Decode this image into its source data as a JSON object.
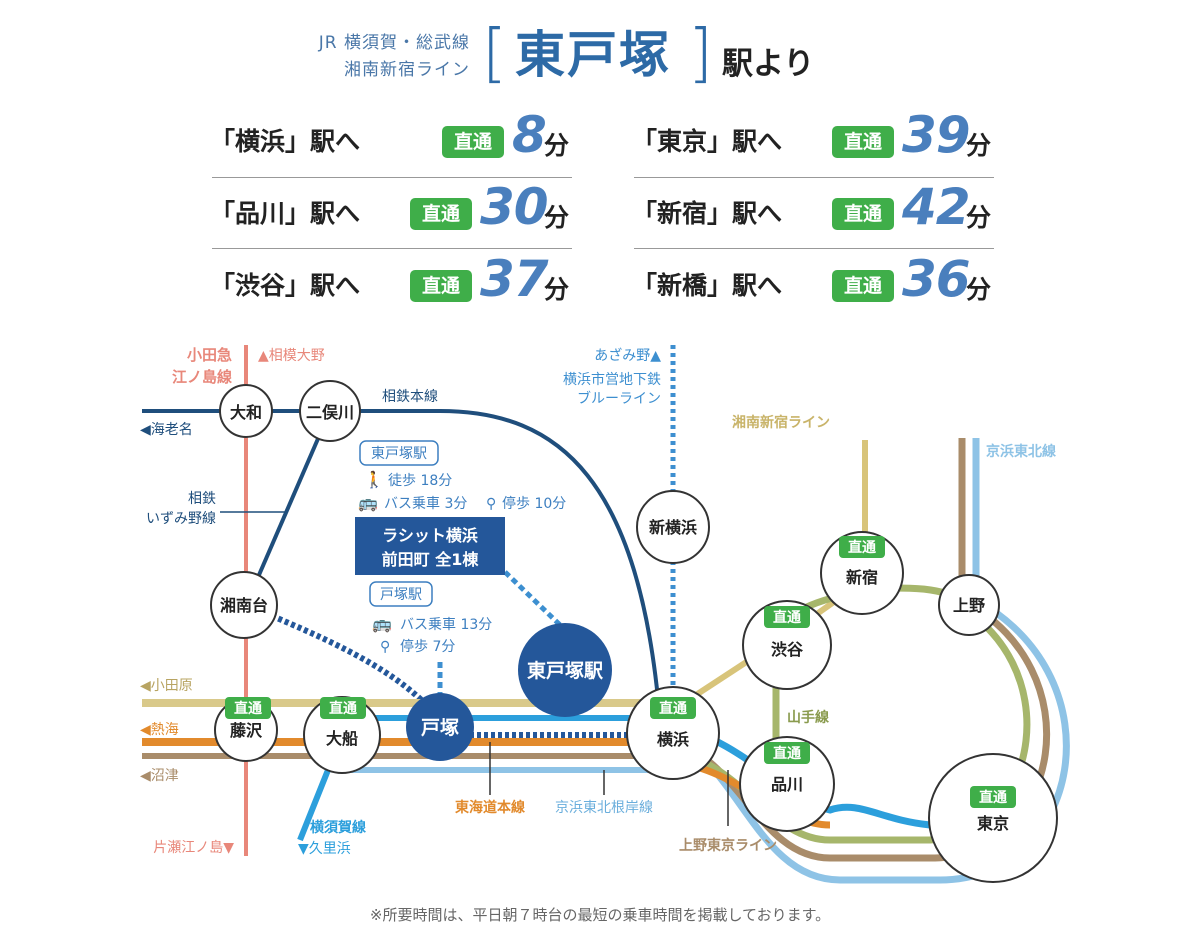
{
  "header": {
    "line1": "JR 横須賀・総武線",
    "line2": "湘南新宿ライン",
    "bracket_open": "[",
    "bracket_close": "]",
    "station": "東戸塚",
    "suffix": "駅より"
  },
  "travel_times": [
    {
      "dest": "「横浜」駅へ",
      "badge": "直通",
      "minutes": "8",
      "unit": "分"
    },
    {
      "dest": "「品川」駅へ",
      "badge": "直通",
      "minutes": "30",
      "unit": "分"
    },
    {
      "dest": "「渋谷」駅へ",
      "badge": "直通",
      "minutes": "37",
      "unit": "分"
    },
    {
      "dest": "「東京」駅へ",
      "badge": "直通",
      "minutes": "39",
      "unit": "分"
    },
    {
      "dest": "「新宿」駅へ",
      "badge": "直通",
      "minutes": "42",
      "unit": "分"
    },
    {
      "dest": "「新橋」駅へ",
      "badge": "直通",
      "minutes": "36",
      "unit": "分"
    }
  ],
  "map": {
    "colors": {
      "odakyu": "#e8877a",
      "sotetsu": "#1f4e7c",
      "blue_line": "#3d8fd0",
      "tokaido_yellow": "#d9c98a",
      "tokaido_orange": "#e28a2c",
      "tokaido_brown": "#a98c6a",
      "keihin": "#8ec3e6",
      "yokosuka": "#2c9fdc",
      "yamanote": "#a6b66b",
      "shonan_shinjuku": "#d8c47a",
      "station_fill": "#ffffff",
      "big_station": "#24579a",
      "express_badge": "#3fae49",
      "info_text": "#3d7fc0"
    },
    "labels": {
      "odakyu": "小田急\n江ノ島線",
      "sagami_ono": "▲相模大野",
      "ebina": "◀海老名",
      "sotetsu_main": "相鉄本線",
      "sotetsu_izumino": "相鉄\nいずみ野線",
      "azamino": "あざみ野▲",
      "blue_line": "横浜市営地下鉄\nブルーライン",
      "shonan_shinjuku_line": "湘南新宿ライン",
      "keihin_tohoku": "京浜東北線",
      "yamanote": "山手線",
      "odawara": "◀小田原",
      "atami": "◀熱海",
      "numazu": "◀沼津",
      "katase": "片瀬江ノ島▼",
      "yokosuka_line": "横須賀線",
      "kurihama": "▼久里浜",
      "tokaido": "東海道本線",
      "keihin_negishi": "京浜東北根岸線",
      "ueno_tokyo": "上野東京ライン"
    },
    "stations": {
      "yamato": "大和",
      "futamatagawa": "二俣川",
      "shonandai": "湘南台",
      "fujisawa": "藤沢",
      "ofuna": "大船",
      "totsuka": "戸塚",
      "higashi_totsuka": "東戸塚駅",
      "yokohama": "横浜",
      "shin_yokohama": "新横浜",
      "shibuya": "渋谷",
      "shinjuku": "新宿",
      "ueno": "上野",
      "shinagawa": "品川",
      "tokyo": "東京"
    },
    "express_badge": "直通",
    "property": {
      "from_higashi_totsuka": "東戸塚駅",
      "walk": "徒歩 18分",
      "bus": "バス乗車 3分",
      "bus_walk": "停歩 10分",
      "name_line1": "ラシット横浜",
      "name_line2": "前田町 全1棟",
      "from_totsuka": "戸塚駅",
      "bus2": "バス乗車 13分",
      "bus2_walk": "停歩 7分"
    }
  },
  "footnote": "※所要時間は、平日朝７時台の最短の乗車時間を掲載しております。"
}
